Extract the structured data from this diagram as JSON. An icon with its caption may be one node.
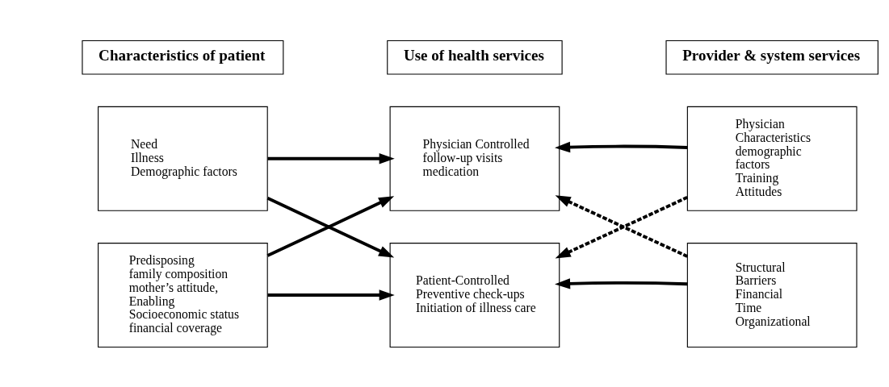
{
  "diagram": {
    "nodes": [
      {
        "text": [
          "Characteristics of patient"
        ]
      },
      {
        "text": [
          "Use of health services"
        ]
      },
      {
        "text": [
          "Provider & system services"
        ]
      },
      {
        "text": [
          "Predisposing",
          "family composition",
          "mother’s attitude,",
          "Enabling",
          "Socioeconomic status",
          "financial coverage"
        ]
      },
      {
        "text": [
          "Patient-Controlled",
          "Preventive check-ups",
          "Initiation of illness care"
        ]
      },
      {
        "text": [
          "Structural",
          "Barriers",
          "Financial",
          "Time",
          "Organizational"
        ]
      },
      {
        "text": [
          "Need",
          "Illness",
          "Demographic factors"
        ]
      },
      {
        "text": [
          "Physician Controlled",
          "follow-up visits",
          "medication"
        ]
      },
      {
        "text": [
          "Physician",
          "Characteristics",
          "demographic",
          "factors",
          "Training",
          "Attitudes"
        ]
      }
    ],
    "edges": [
      {
        "from": 3,
        "to": 4,
        "arrow": "to"
      },
      {
        "from": 3,
        "to": 7,
        "arrow": "to"
      },
      {
        "from": 6,
        "to": 4,
        "arrow": "to"
      },
      {
        "from": 6,
        "to": 7,
        "arrow": "to"
      },
      {
        "from": 5,
        "to": 4,
        "arrow": "to"
      },
      {
        "from": 5,
        "to": 7,
        "arrow": "to",
        "style": "dashed"
      },
      {
        "from": 8,
        "to": 4,
        "arrow": "to",
        "style": "dashed"
      },
      {
        "from": 8,
        "to": 7,
        "arrow": "to"
      }
    ]
  }
}
